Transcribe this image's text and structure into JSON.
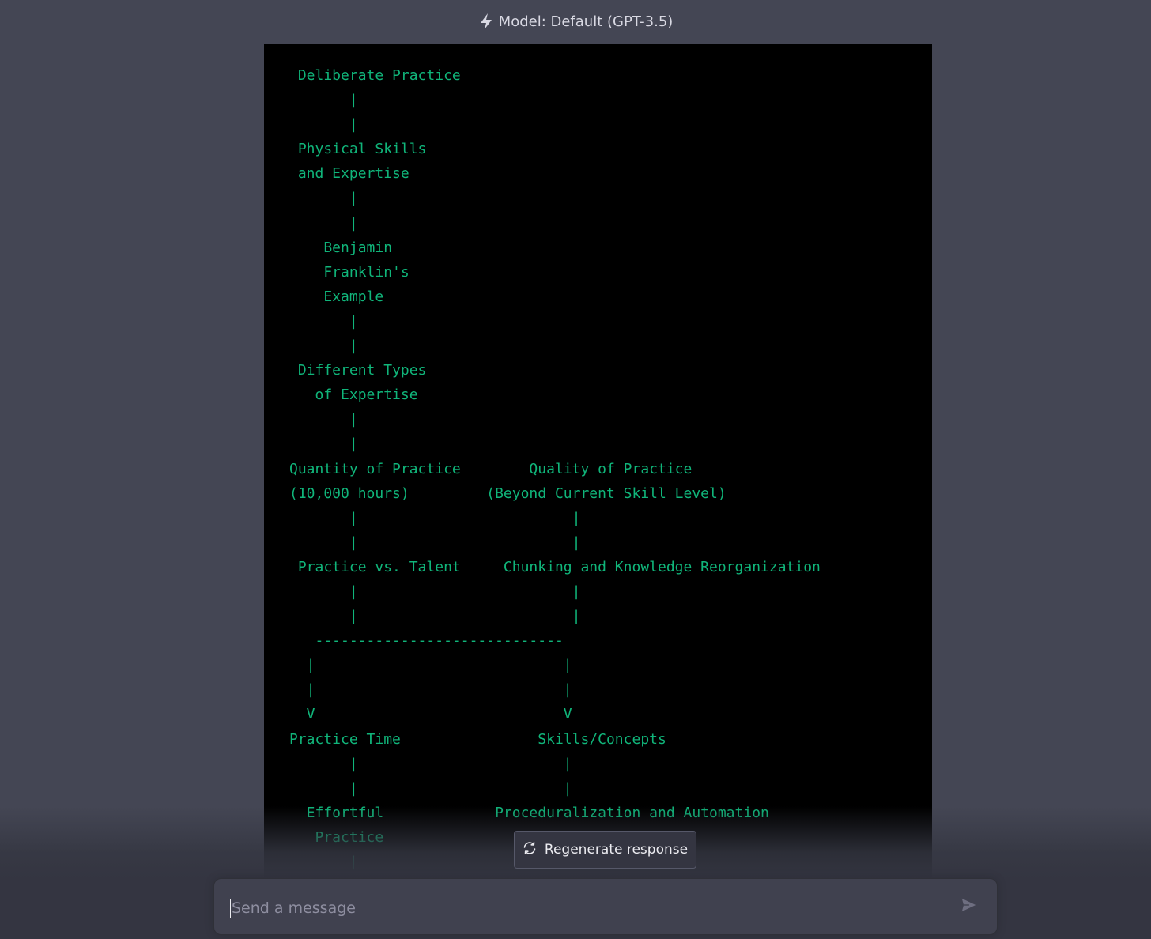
{
  "header": {
    "bolt_icon": "lightning-bolt-icon",
    "model_label": "Model: Default (GPT-3.5)"
  },
  "code_block": {
    "text_color": "#10b57a",
    "content": " Deliberate Practice\n       |\n       |\n Physical Skills\n and Expertise\n       |\n       |\n    Benjamin\n    Franklin's\n    Example\n       |\n       |\n Different Types\n   of Expertise\n       |\n       |\nQuantity of Practice        Quality of Practice\n(10,000 hours)         (Beyond Current Skill Level)\n       |                         |\n       |                         |\n Practice vs. Talent     Chunking and Knowledge Reorganization\n       |                         |\n       |                         |\n   -----------------------------\n  |                             |\n  |                             |\n  V                             V\nPractice Time                Skills/Concepts\n       |                        |\n       |                        |\n  Effortful             Proceduralization and Automation\n   Practice                     |\n       |"
  },
  "regenerate": {
    "icon": "refresh-icon",
    "label": "Regenerate response"
  },
  "composer": {
    "placeholder": "Send a message",
    "value": "",
    "send_icon": "paper-plane-send-icon"
  }
}
